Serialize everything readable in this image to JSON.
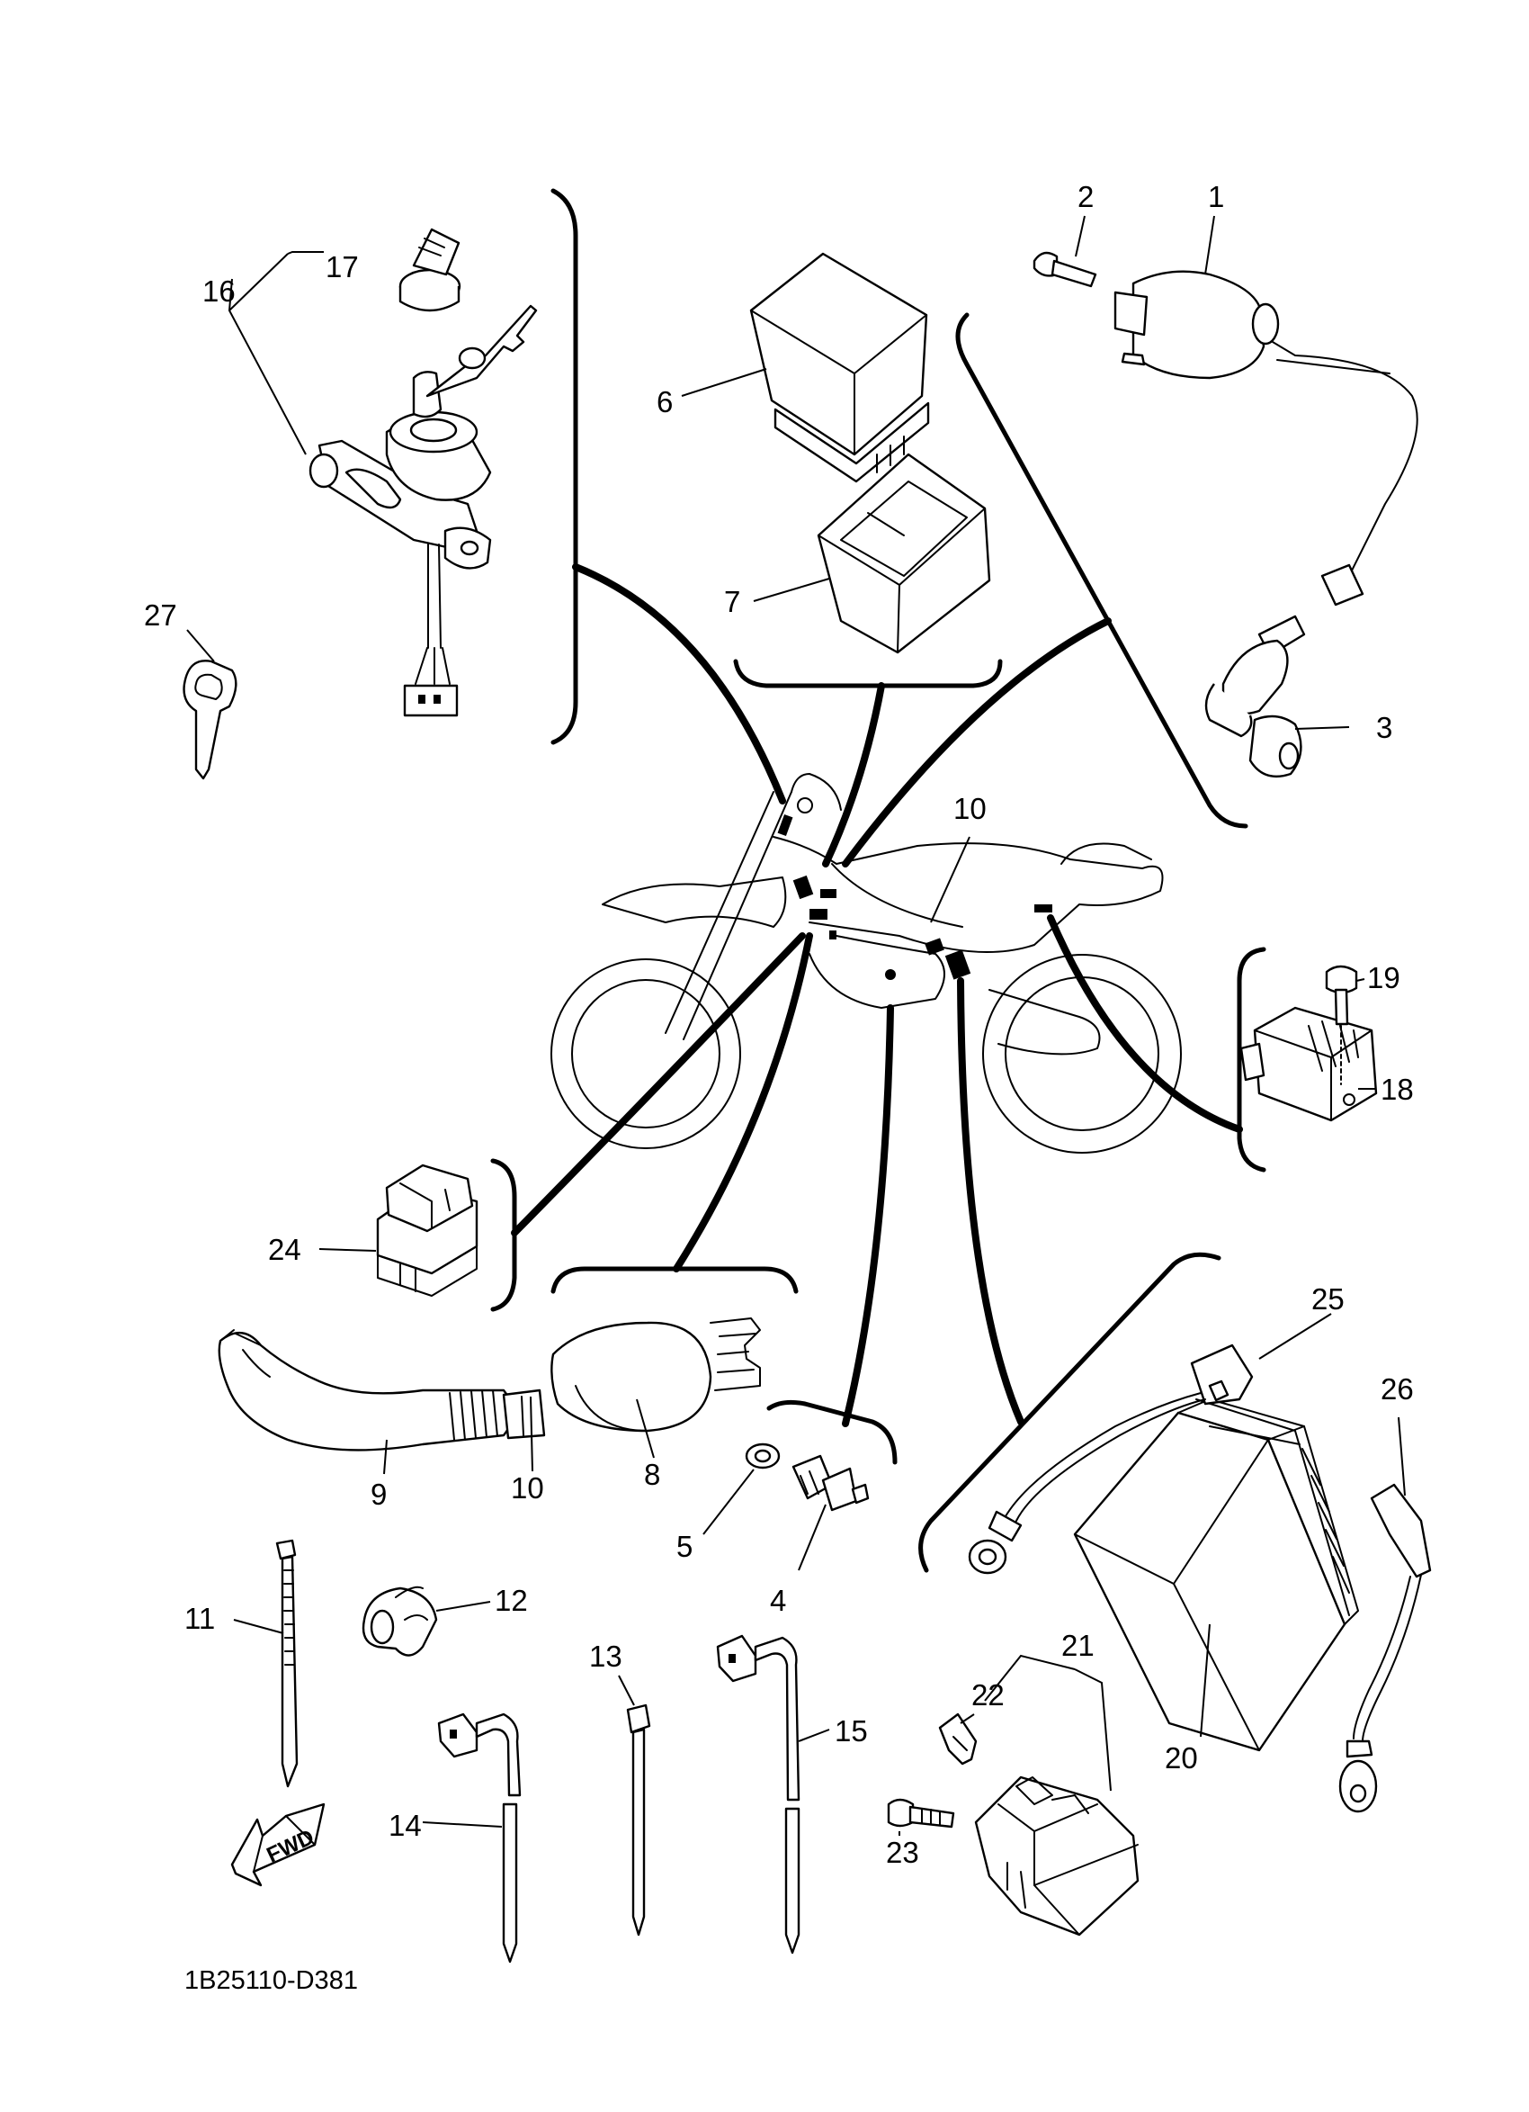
{
  "diagram": {
    "code": "1B25110-D381",
    "fwd_label": "FWD",
    "callouts": [
      "1",
      "2",
      "3",
      "4",
      "5",
      "6",
      "7",
      "8",
      "9",
      "10",
      "10",
      "11",
      "12",
      "13",
      "14",
      "15",
      "16",
      "17",
      "18",
      "19",
      "20",
      "21",
      "22",
      "23",
      "24",
      "25",
      "26",
      "27"
    ]
  }
}
